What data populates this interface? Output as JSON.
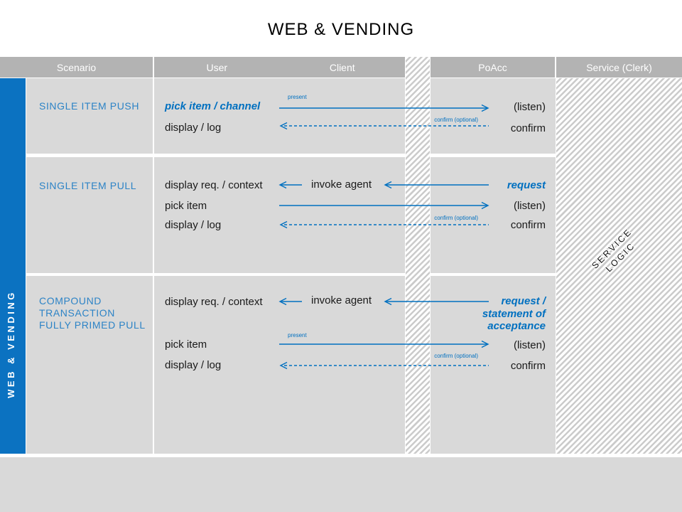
{
  "title": "WEB & VENDING",
  "sidebar": {
    "label": "WEB & VENDING"
  },
  "header": {
    "scenario": "Scenario",
    "user": "User",
    "client": "Client",
    "poacc": "PoAcc",
    "service": "Service (Clerk)"
  },
  "service_logic": {
    "line1": "SERVICE",
    "line2": "LOGIC"
  },
  "colors": {
    "accent_blue": "#0070C0",
    "scenario_blue": "#2C83C6",
    "header_gray": "#B3B3B3",
    "cell_gray": "#D9D9D9",
    "hatch_stripe": "#CBCBCB"
  },
  "rows": [
    {
      "title": "SINGLE ITEM PUSH",
      "m1_user": "pick item / channel",
      "m1_arrow_label": "present",
      "m1_poacc": "(listen)",
      "m2_user": "display / log",
      "m2_arrow_label": "confirm (optional)",
      "m2_poacc": "confirm"
    },
    {
      "title": "SINGLE ITEM PULL",
      "m1_user": "display req. / context",
      "m1_client": "invoke agent",
      "m1_poacc": "request",
      "m2_user": "pick item",
      "m2_poacc": "(listen)",
      "m3_user": "display / log",
      "m3_arrow_label": "confirm (optional)",
      "m3_poacc": "confirm"
    },
    {
      "title_lines": [
        "COMPOUND",
        "TRANSACTION",
        "FULLY PRIMED PULL"
      ],
      "m1_user": "display req. / context",
      "m1_client": "invoke agent",
      "m1_poacc_lines": [
        "request /",
        "statement of",
        "acceptance"
      ],
      "m2_user": "pick item",
      "m2_arrow_label": "present",
      "m2_poacc": "(listen)",
      "m3_user": "display / log",
      "m3_arrow_label": "confirm (optional)",
      "m3_poacc": "confirm"
    }
  ]
}
